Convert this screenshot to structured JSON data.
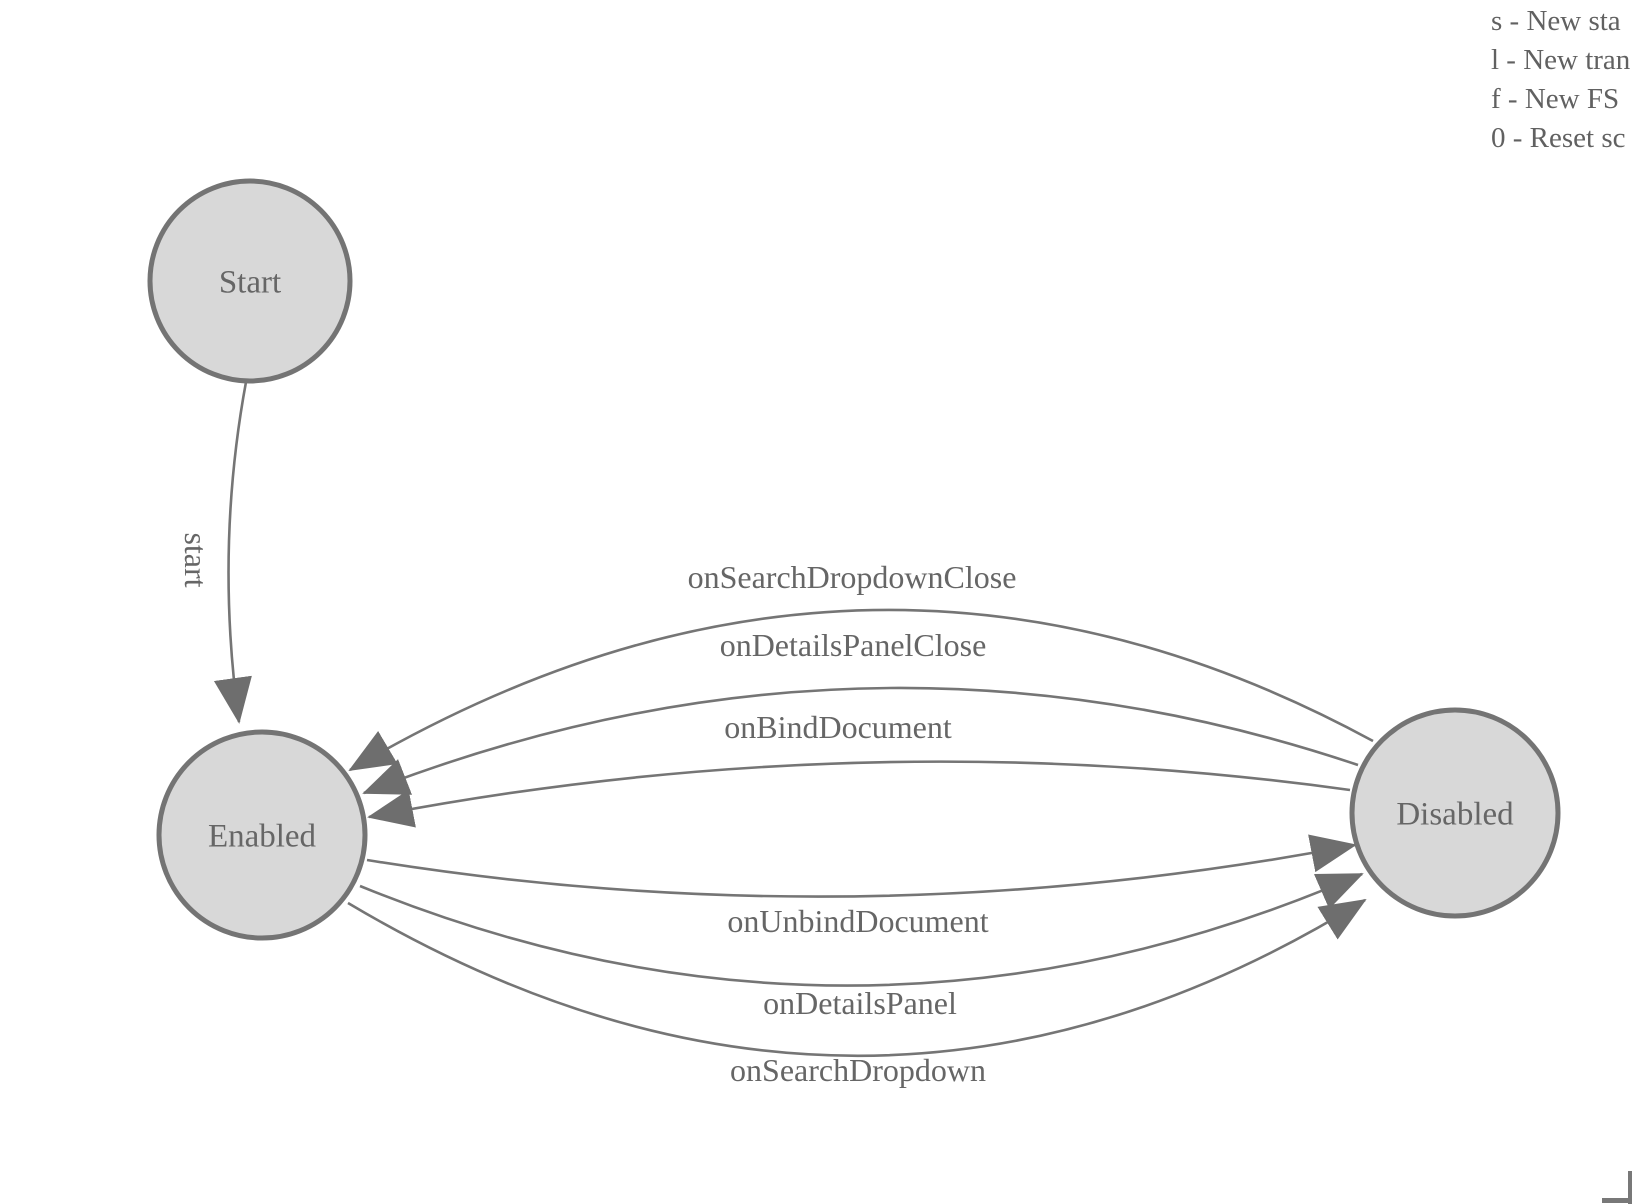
{
  "diagram": {
    "states": [
      {
        "id": "start",
        "label": "Start"
      },
      {
        "id": "enabled",
        "label": "Enabled"
      },
      {
        "id": "disabled",
        "label": "Disabled"
      }
    ],
    "transitions": [
      {
        "label": "start",
        "from": "Start",
        "to": "Enabled"
      },
      {
        "label": "onSearchDropdownClose",
        "from": "Disabled",
        "to": "Enabled"
      },
      {
        "label": "onDetailsPanelClose",
        "from": "Disabled",
        "to": "Enabled"
      },
      {
        "label": "onBindDocument",
        "from": "Disabled",
        "to": "Enabled"
      },
      {
        "label": "onUnbindDocument",
        "from": "Enabled",
        "to": "Disabled"
      },
      {
        "label": "onDetailsPanel",
        "from": "Enabled",
        "to": "Disabled"
      },
      {
        "label": "onSearchDropdown",
        "from": "Enabled",
        "to": "Disabled"
      }
    ]
  },
  "help": {
    "lines": [
      "s - New sta",
      "l - New tran",
      "f - New FS",
      "0 - Reset sc"
    ]
  },
  "colors": {
    "state_fill": "#d8d8d8",
    "state_border": "#747474",
    "edge_stroke": "#757575",
    "arrow_fill": "#6e6e6e",
    "label_text": "#666666"
  }
}
